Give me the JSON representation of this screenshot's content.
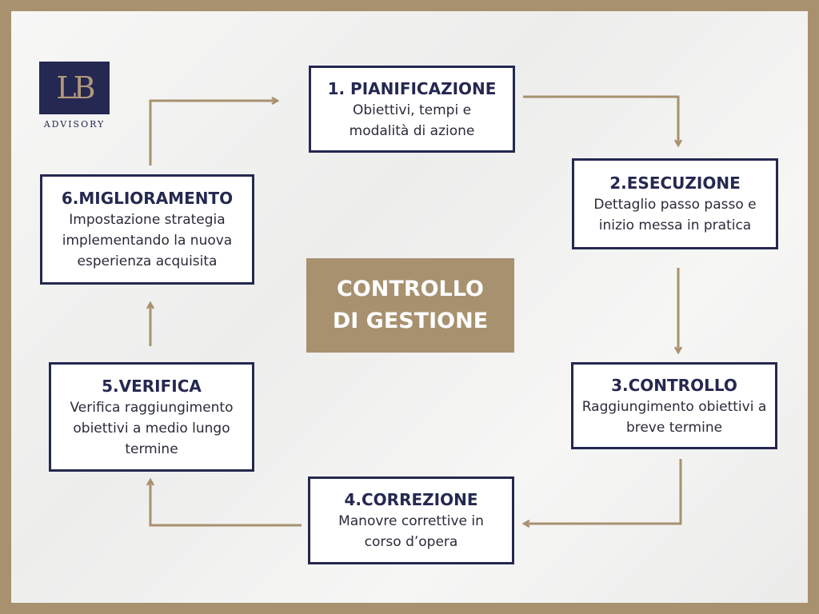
{
  "logo": {
    "mark": "LB",
    "sub": "ADVISORY"
  },
  "center": {
    "line1": "CONTROLLO",
    "line2": "DI GESTIONE"
  },
  "steps": [
    {
      "title": "1. PIANIFICAZIONE",
      "desc": "Obiettivi, tempi e modalità di azione"
    },
    {
      "title": "2.ESECUZIONE",
      "desc": "Dettaglio passo passo e inizio messa in pratica"
    },
    {
      "title": "3.CONTROLLO",
      "desc": "Raggiungimento obiettivi a breve termine"
    },
    {
      "title": "4.CORREZIONE",
      "desc": "Manovre correttive in corso d’opera"
    },
    {
      "title": "5.VERIFICA",
      "desc": "Verifica raggiungimento obiettivi a medio lungo termine"
    },
    {
      "title": "6.MIGLIORAMENTO",
      "desc": "Impostazione strategia implementando la nuova esperienza acquisita"
    }
  ],
  "colors": {
    "frame": "#a8916f",
    "navy": "#252850"
  }
}
